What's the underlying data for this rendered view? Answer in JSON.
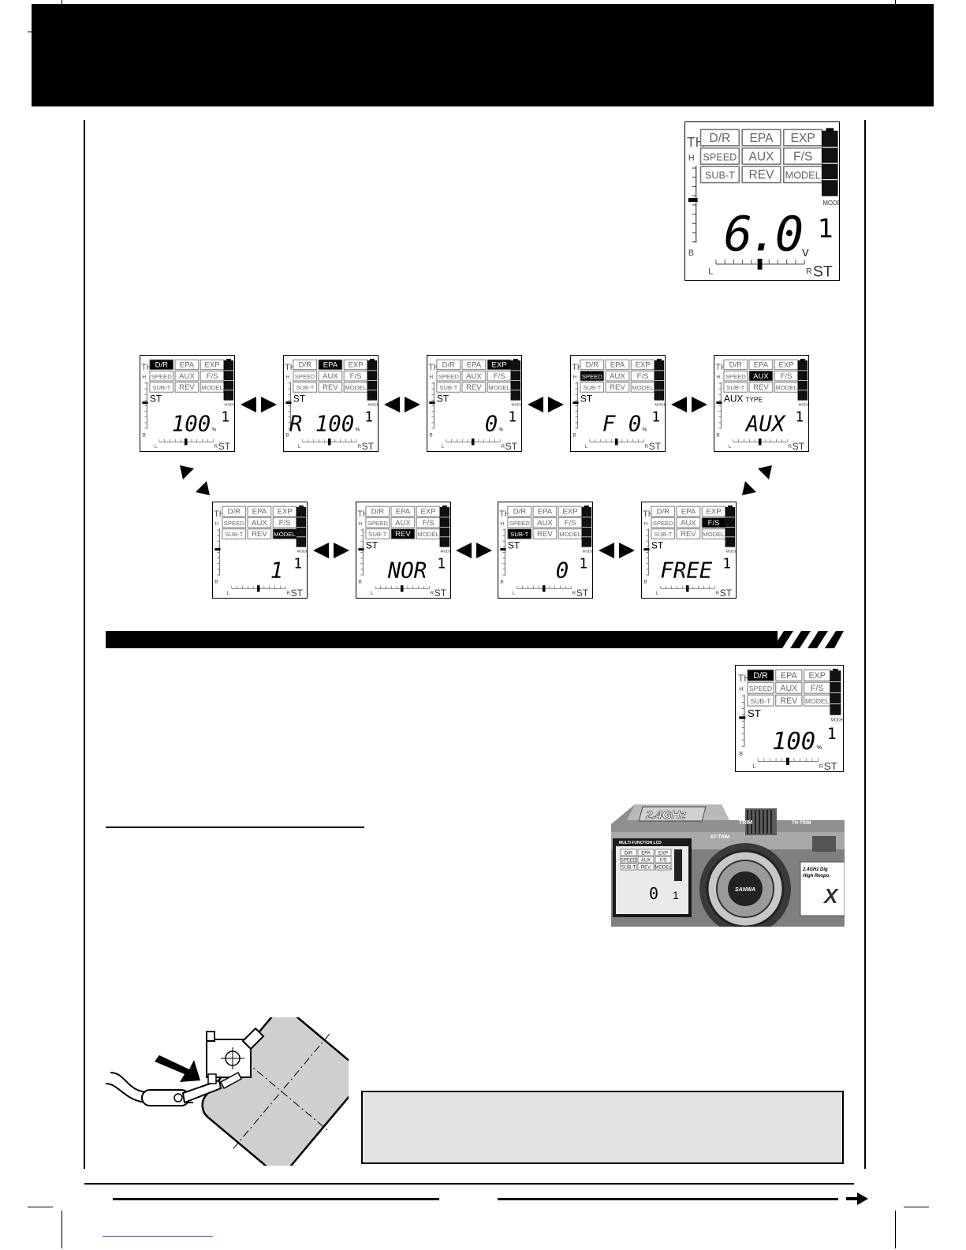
{
  "lcd_labels": {
    "row1": [
      "D/R",
      "EPA",
      "EXP"
    ],
    "row2": [
      "SPEED",
      "AUX",
      "F/S"
    ],
    "row3": [
      "SUB-T",
      "REV",
      "MODEL"
    ],
    "th": "TH",
    "h": "H",
    "b": "B",
    "l": "L",
    "r": "R",
    "st_small": "ST",
    "model_small": "MODEL"
  },
  "top_display": {
    "value": "6.0",
    "unit": "V",
    "model_no": "1"
  },
  "menu_screens": [
    {
      "id": "dr",
      "active": "D/R",
      "label": "ST",
      "value": "100",
      "unit": "%",
      "model_no": "1"
    },
    {
      "id": "epa",
      "active": "EPA",
      "label": "ST",
      "value": "R 100",
      "unit": "%",
      "model_no": "1"
    },
    {
      "id": "exp",
      "active": "EXP",
      "label": "ST",
      "value": "0",
      "unit": "%",
      "model_no": "1"
    },
    {
      "id": "speed",
      "active": "SPEED",
      "label": "ST",
      "value": "F    0",
      "unit": "%",
      "model_no": "1"
    },
    {
      "id": "aux",
      "active": "AUX",
      "label": "AUX",
      "sublabel": "TYPE",
      "value": "AUX",
      "unit": "",
      "model_no": "1"
    },
    {
      "id": "model",
      "active": "MODEL",
      "label": "",
      "value": "1",
      "unit": "",
      "model_no": "1"
    },
    {
      "id": "rev",
      "active": "REV",
      "label": "ST",
      "value": "NOR",
      "unit": "",
      "model_no": "1"
    },
    {
      "id": "subt",
      "active": "SUB-T",
      "label": "ST",
      "value": "0",
      "unit": "",
      "model_no": "1"
    },
    {
      "id": "fs",
      "active": "F/S",
      "label": "ST",
      "value": "FREE",
      "unit": "",
      "model_no": "1"
    }
  ],
  "section_display": {
    "active": "D/R",
    "label": "ST",
    "value": "100",
    "unit": "%",
    "model_no": "1"
  },
  "transmitter_photo": {
    "badge": "2.4GHz",
    "trim_label": "TRIM",
    "st_trim_label": "ST-TRIM",
    "th_trim_label": "TH-TRIM",
    "lcd_caption": "MULTI FUNCTION LCD",
    "wheel_brand": "SANWA",
    "side_text": "2.4GHz Dig",
    "side_text2": "High Respo",
    "side_mark": "X",
    "lcd_value": "0",
    "lcd_model_no": "1"
  }
}
